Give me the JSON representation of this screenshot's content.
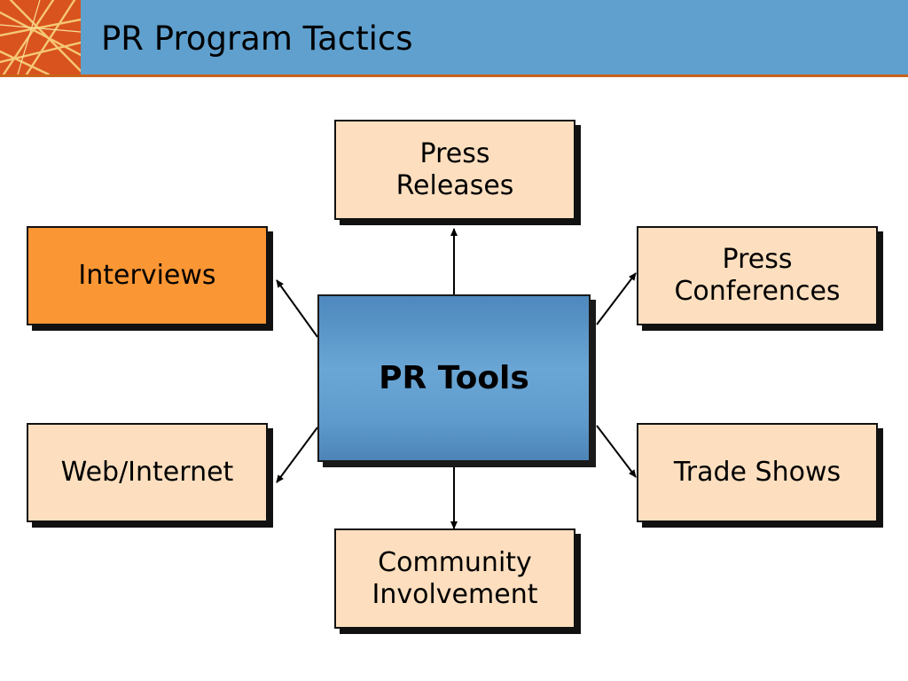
{
  "header": {
    "title": "PR Program Tactics",
    "bar_color": "#5fa0ce",
    "rule_color": "#c8631a",
    "logo_icon": "orange-abstract-lines-logo"
  },
  "diagram": {
    "center": {
      "label": "PR Tools"
    },
    "nodes": {
      "press_releases": "Press\nReleases",
      "interviews": "Interviews",
      "press_conferences": "Press\nConferences",
      "web_internet": "Web/Internet",
      "trade_shows": "Trade Shows",
      "community_involvement": "Community\nInvolvement"
    },
    "highlighted_node": "interviews",
    "node_color": "#fddfbf",
    "highlight_color": "#fb9634"
  }
}
